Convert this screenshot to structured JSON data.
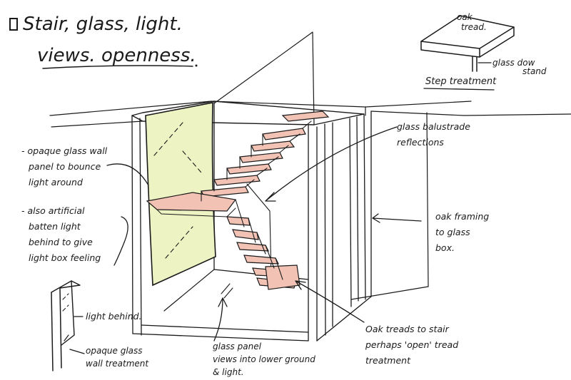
{
  "title": {
    "line1": "Stair, glass, light.",
    "line2": "views. openness."
  },
  "detail": {
    "oak_tread": [
      "oak",
      "tread."
    ],
    "glass_dowstand": [
      "glass dow",
      "stand"
    ],
    "caption": "Step treatment"
  },
  "annotations": {
    "opaque_wall": [
      "- opaque glass wall",
      "panel to bounce",
      "light around"
    ],
    "artificial_light": [
      "- also artificial",
      "batten light",
      "behind to give",
      "light box feeling"
    ],
    "light_behind": "light behind.",
    "opaque_treatment": [
      "opaque glass",
      "wall treatment"
    ],
    "glass_balustrade": [
      "glass balustrade",
      "reflections"
    ],
    "oak_framing": [
      "oak framing",
      "to glass",
      "box."
    ],
    "oak_treads": [
      "Oak treads to stair",
      "perhaps 'open' tread",
      "treatment"
    ],
    "glass_panel": [
      "glass panel",
      "views into lower ground",
      "& light."
    ]
  },
  "colors": {
    "glass_wall": "#eef3c3",
    "tread": "#f2c3b4",
    "ink": "#1a1a1a"
  }
}
